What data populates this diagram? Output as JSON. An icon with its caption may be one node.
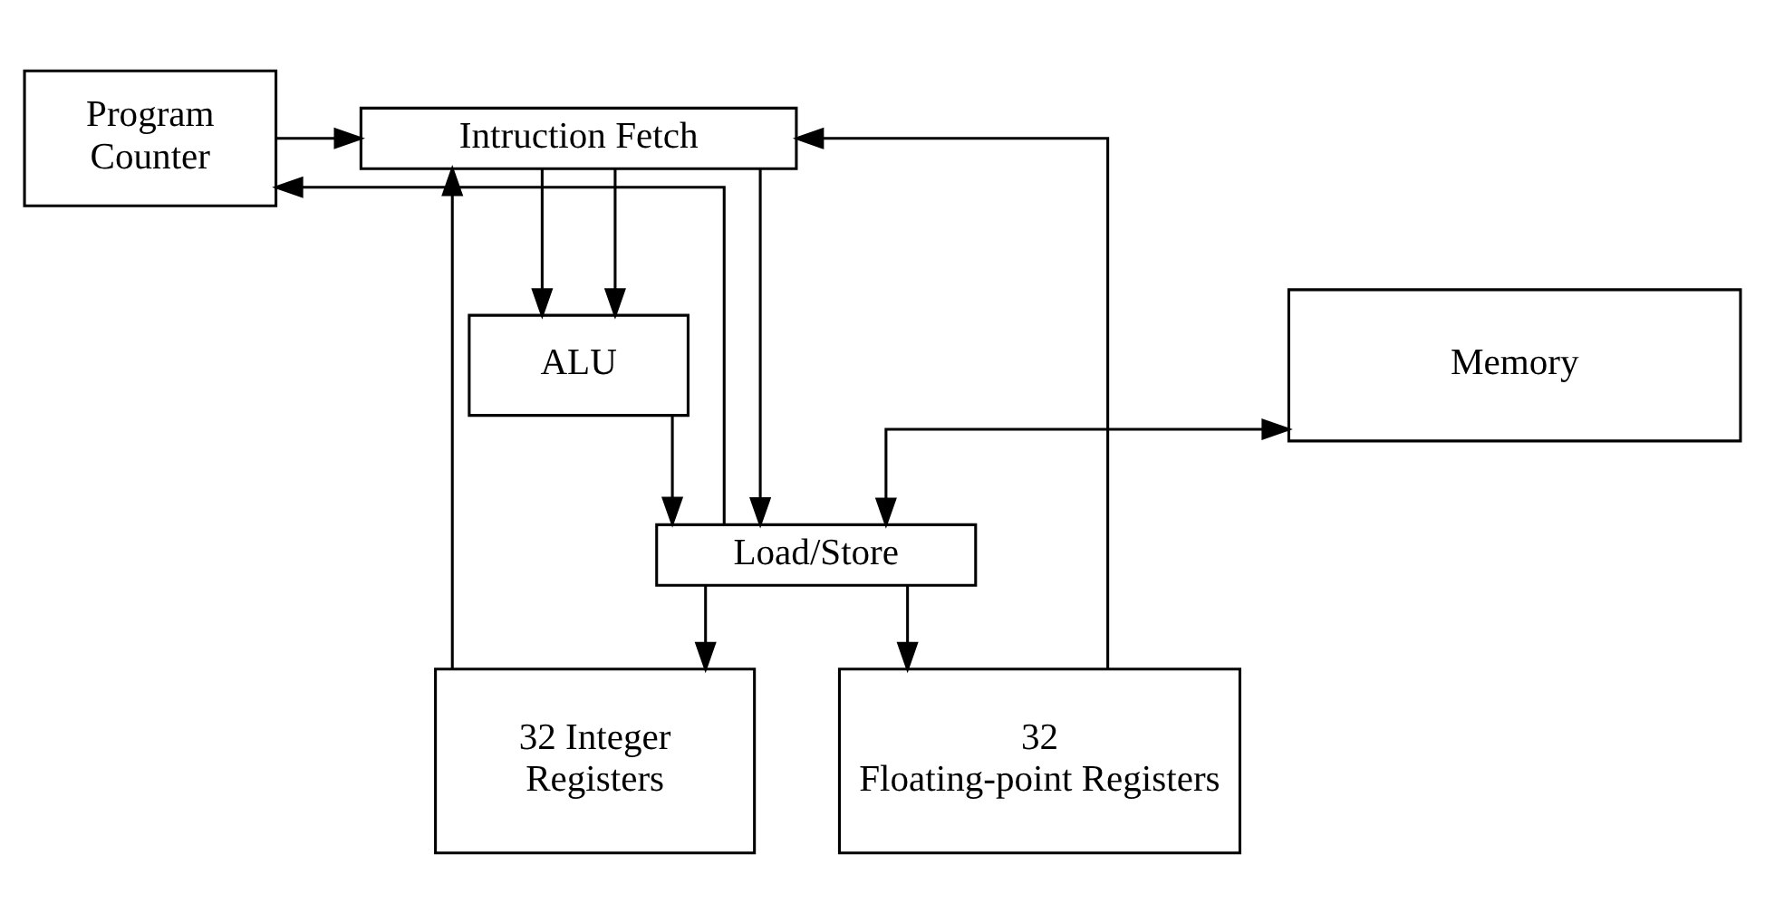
{
  "diagram": {
    "nodes": [
      {
        "text": [
          "Program Counter"
        ]
      },
      {
        "text": [
          "Intruction Fetch"
        ]
      },
      {
        "text": [
          "ALU"
        ]
      },
      {
        "text": [
          "Memory"
        ]
      },
      {
        "text": [
          "Load/Store"
        ]
      },
      {
        "text": [
          "32 Integer Registers"
        ]
      },
      {
        "text": [
          "32 Floating-point Registers"
        ]
      }
    ],
    "edges": [
      {
        "from": 0,
        "to": 1,
        "arrow": "to"
      },
      {
        "from": 1,
        "to": 2,
        "arrow": "to"
      },
      {
        "from": 1,
        "to": 2,
        "arrow": "to"
      },
      {
        "from": 1,
        "to": 4,
        "arrow": "to"
      },
      {
        "from": 2,
        "to": 4,
        "arrow": "to"
      },
      {
        "from": 3,
        "to": 4,
        "arrow": "both"
      },
      {
        "from": 4,
        "to": 0,
        "arrow": "to"
      },
      {
        "from": 4,
        "to": 5,
        "arrow": "to"
      },
      {
        "from": 4,
        "to": 6,
        "arrow": "to"
      },
      {
        "from": 5,
        "to": 1,
        "arrow": "to"
      },
      {
        "from": 6,
        "to": 1,
        "arrow": "to"
      }
    ]
  }
}
